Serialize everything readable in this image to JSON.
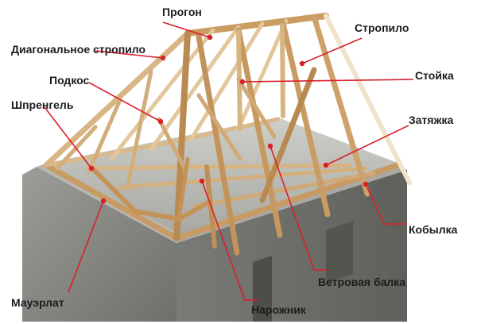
{
  "labels": {
    "progon": "Прогон",
    "diagonal_rafter": "Диагональное стропило",
    "podkos": "Подкос",
    "shprengel": "Шпренгель",
    "mauerlat": "Мауэрлат",
    "strapilo": "Стропило",
    "stoyka": "Стойка",
    "zatyazhka": "Затяжка",
    "kobylka": "Кобылка",
    "wind_beam": "Ветровая балка",
    "narozhnik": "Нарожник"
  },
  "colors": {
    "leader": "#d8202c",
    "wood_light": "#e7cba0",
    "wood_dark": "#b98a52",
    "wall_face": "#8f8f8a",
    "wall_top": "#b4b3ad"
  }
}
